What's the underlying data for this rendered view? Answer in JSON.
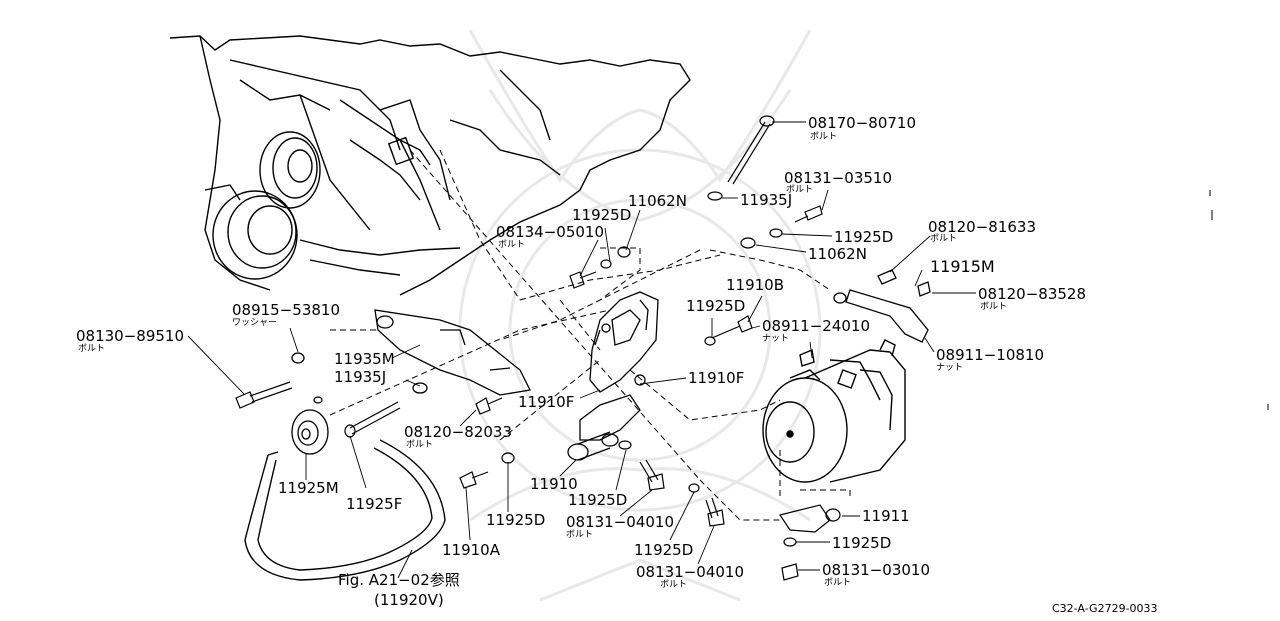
{
  "diagram": {
    "reference_code": "C32-A-G2729-0033",
    "labels": {
      "p08170_80710": "08170−80710",
      "p08131_03510": "08131−03510",
      "p11935J_top": "11935J",
      "p11062N_top": "11062N",
      "p11925D_a": "11925D",
      "p08134_05010": "08134−05010",
      "p11925D_b": "11925D",
      "p11062N_b": "11062N",
      "p08120_81633": "08120−81633",
      "p11915M": "11915M",
      "p08120_83528": "08120−83528",
      "p11910B": "11910B",
      "p11925D_c": "11925D",
      "p08911_24010": "08911−24010",
      "p08911_10810": "08911−10810",
      "p08915_53810": "08915−53810",
      "p08130_89510": "08130−89510",
      "p11935M": "11935M",
      "p11935J_b": "11935J",
      "p11910F_a": "11910F",
      "p11910F_b": "11910F",
      "p08120_82033": "08120−82033",
      "p11910": "11910",
      "p11925M": "11925M",
      "p11925F": "11925F",
      "p11925D_d": "11925D",
      "p11925D_e": "11925D",
      "p08131_04010_a": "08131−04010",
      "p11910A": "11910A",
      "p11925D_f": "11925D",
      "p08131_04010_b": "08131−04010",
      "p11911": "11911",
      "p11925D_g": "11925D",
      "p08131_03010": "08131−03010",
      "fig_ref": "Fig. A21−02参照",
      "fig_part": "(11920V)"
    },
    "sublabels": {
      "bolt": "ボルト",
      "washer": "ワッシャー",
      "nut": "ナット",
      "bolt_b": "ボルト",
      "nut_b": "ナット"
    }
  }
}
